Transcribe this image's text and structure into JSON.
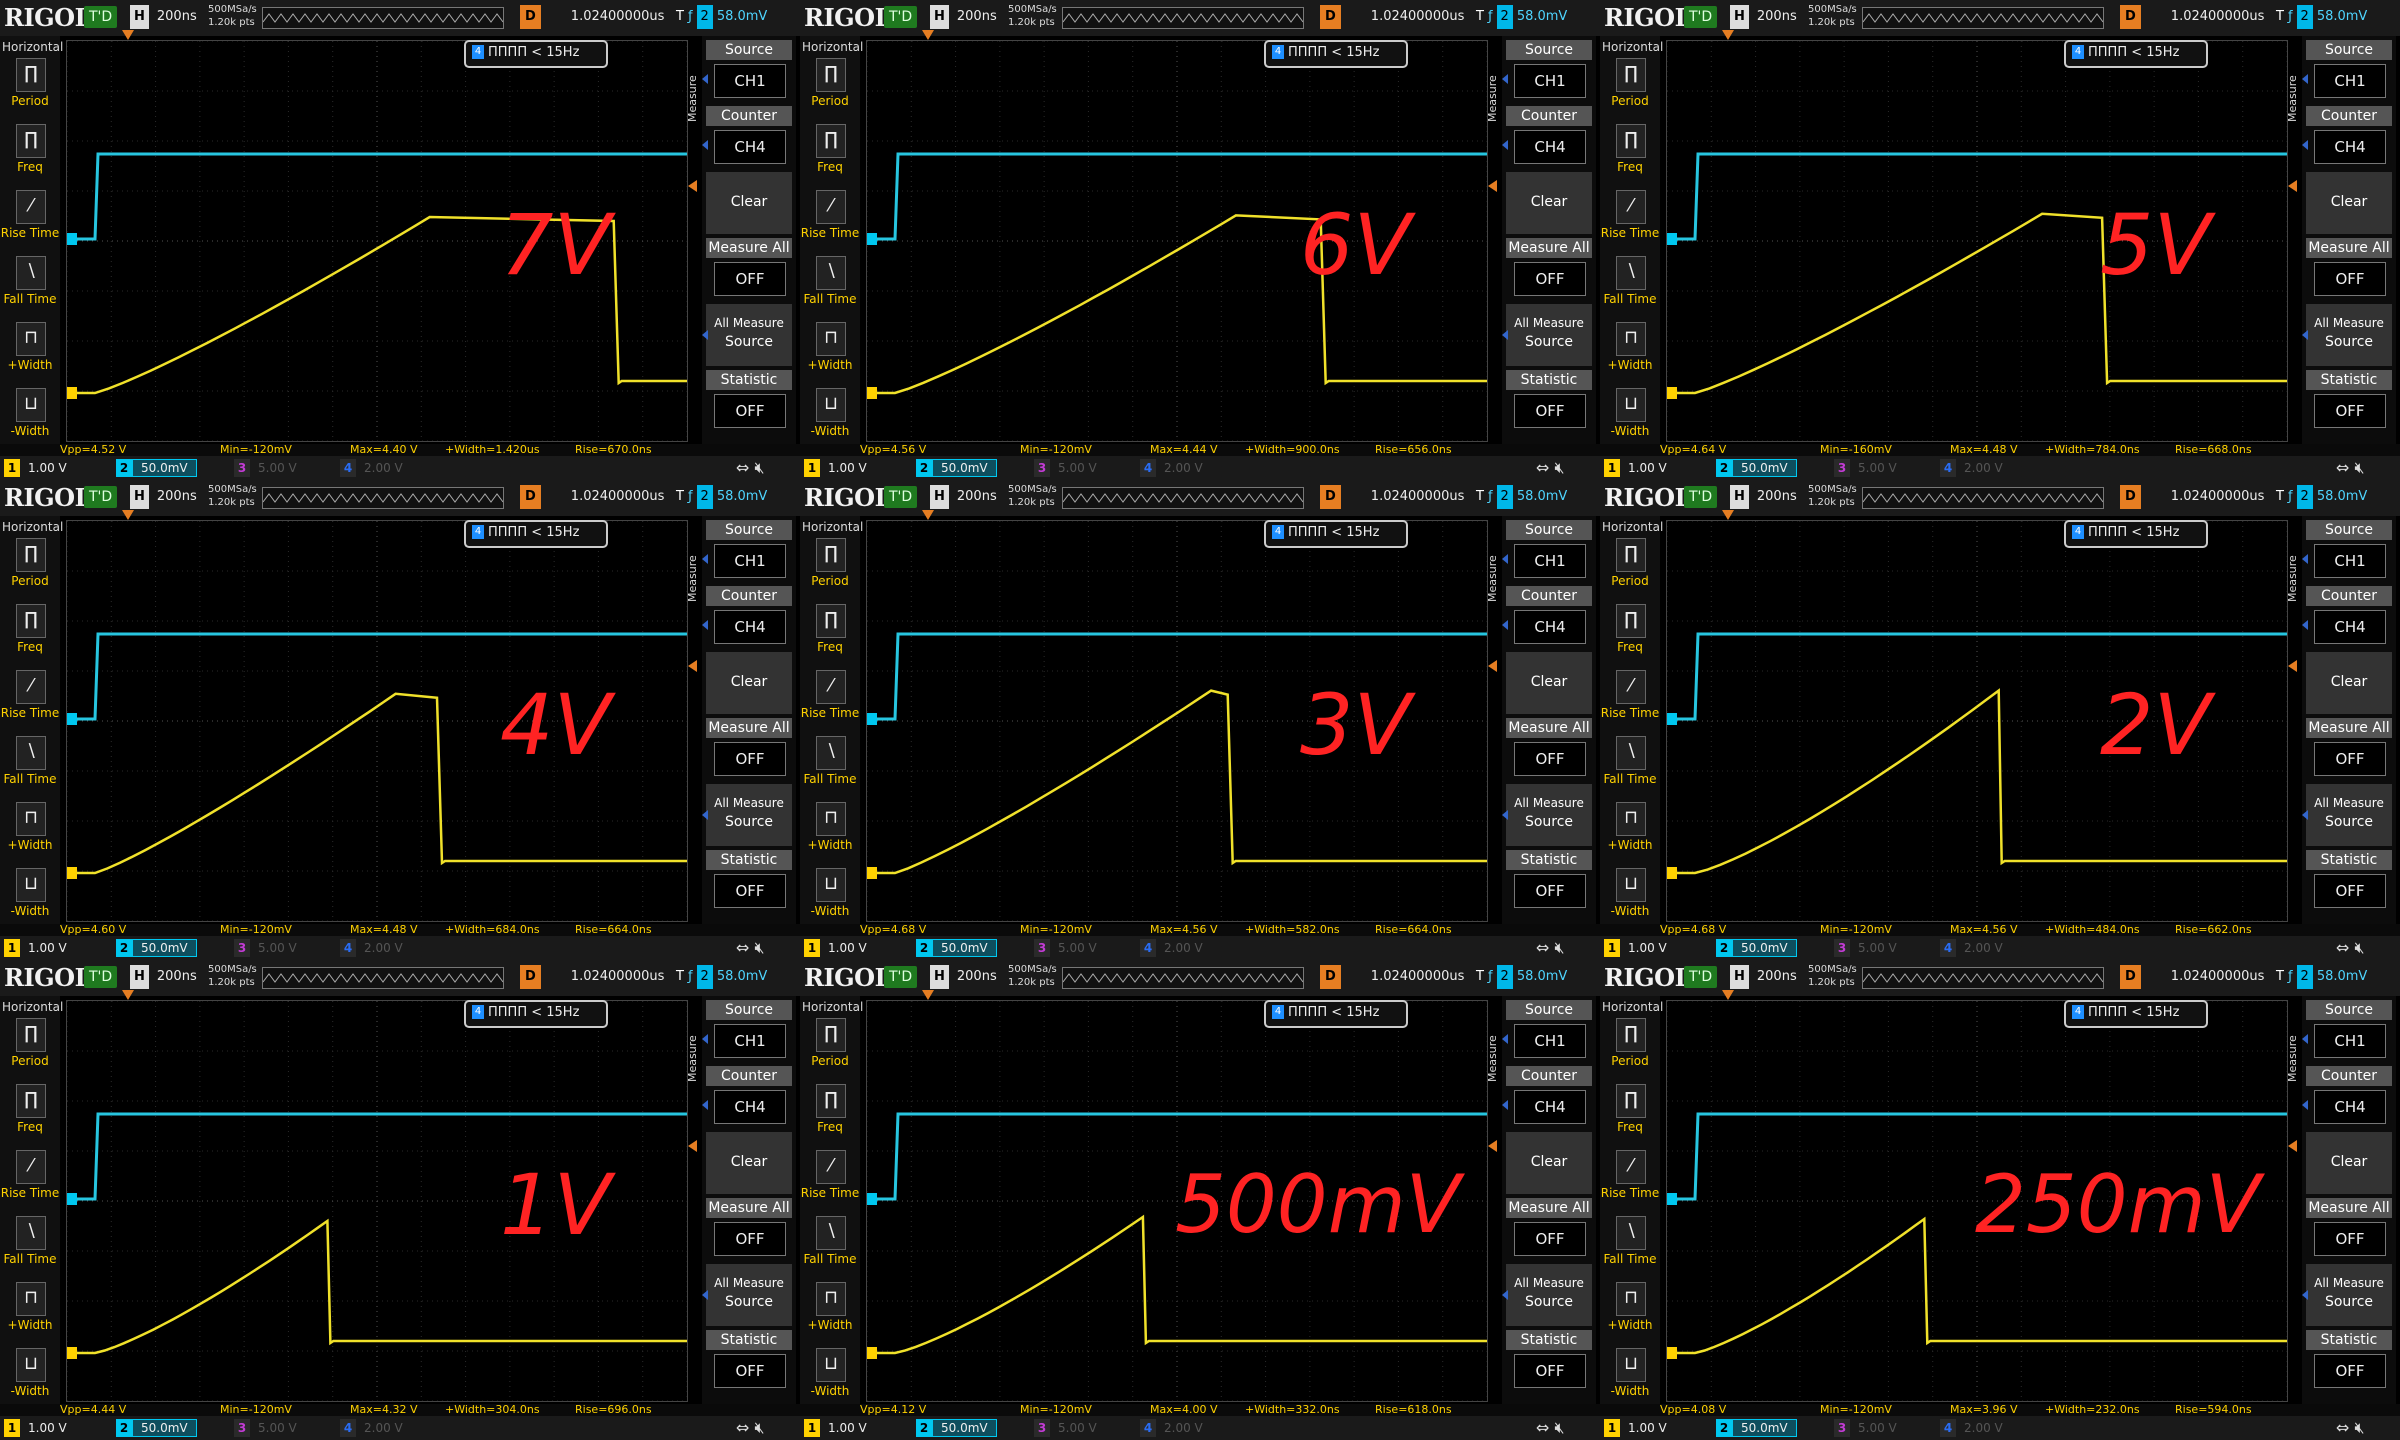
{
  "common": {
    "logo": "RIGOL",
    "run_state": "T'D",
    "horizontal": {
      "label": "H",
      "timebase": "200ns"
    },
    "sample": {
      "rate": "500MSa/s",
      "points": "1.20k pts"
    },
    "delay": {
      "label": "D",
      "value": "1.02400000us"
    },
    "trigger": {
      "type": "T",
      "edge": "ƒ",
      "source": "2",
      "level": "58.0mV"
    },
    "counter_box": "ΠΠΠΠ < 15Hz",
    "left_menu": {
      "title": "Horizontal",
      "items": [
        "Period",
        "Freq",
        "Rise Time",
        "Fall Time",
        "+Width",
        "-Width"
      ]
    },
    "measure_label": "Measure",
    "right_menu": {
      "source_head": "Source",
      "source_val": "CH1",
      "counter_head": "Counter",
      "counter_val": "CH4",
      "clear": "Clear",
      "measure_all_head": "Measure All",
      "measure_all_val": "OFF",
      "all_measure_source_line1": "All Measure",
      "all_measure_source_line2": "Source",
      "statistic_head": "Statistic",
      "statistic_val": "OFF"
    },
    "channels": [
      {
        "num": "1",
        "scale": "1.00 V",
        "color": "#ffd200",
        "active": true
      },
      {
        "num": "2",
        "scale": "50.0mV",
        "color": "#00c8f0",
        "active": true
      },
      {
        "num": "3",
        "scale": "5.00 V",
        "color": "#c23bd4",
        "active": false
      },
      {
        "num": "4",
        "scale": "2.00 V",
        "color": "#2a6df5",
        "active": false
      }
    ],
    "colors": {
      "ch1_trace": "#f0e12a",
      "ch2_trace": "#27c6e0",
      "label_red": "#ff2323"
    }
  },
  "panels": [
    {
      "label": "7V",
      "vpp": "Vpp=4.52 V",
      "min": "Min=-120mV",
      "max": "Max=4.40 V",
      "width": "+Width=1.420us",
      "rise": "Rise=670.0ns",
      "trace": {
        "top_level": 4.4,
        "plateau_frac": 0.3,
        "fall_time_frac": 0.885
      }
    },
    {
      "label": "6V",
      "vpp": "Vpp=4.56 V",
      "min": "Min=-120mV",
      "max": "Max=4.44 V",
      "width": "+Width=900.0ns",
      "rise": "Rise=656.0ns",
      "trace": {
        "top_level": 4.44,
        "plateau_frac": 0.14,
        "fall_time_frac": 0.735
      }
    },
    {
      "label": "5V",
      "vpp": "Vpp=4.64 V",
      "min": "Min=-160mV",
      "max": "Max=4.48 V",
      "width": "+Width=784.0ns",
      "rise": "Rise=668.0ns",
      "trace": {
        "top_level": 4.48,
        "plateau_frac": 0.1,
        "fall_time_frac": 0.705
      }
    },
    {
      "label": "4V",
      "vpp": "Vpp=4.60 V",
      "min": "Min=-120mV",
      "max": "Max=4.48 V",
      "width": "+Width=684.0ns",
      "rise": "Rise=664.0ns",
      "trace": {
        "top_level": 4.48,
        "plateau_frac": 0.07,
        "fall_time_frac": 0.6
      }
    },
    {
      "label": "3V",
      "vpp": "Vpp=4.68 V",
      "min": "Min=-120mV",
      "max": "Max=4.56 V",
      "width": "+Width=582.0ns",
      "rise": "Rise=664.0ns",
      "trace": {
        "top_level": 4.56,
        "plateau_frac": 0.03,
        "fall_time_frac": 0.585
      }
    },
    {
      "label": "2V",
      "vpp": "Vpp=4.68 V",
      "min": "Min=-120mV",
      "max": "Max=4.56 V",
      "width": "+Width=484.0ns",
      "rise": "Rise=662.0ns",
      "trace": {
        "top_level": 4.56,
        "plateau_frac": 0.0,
        "fall_time_frac": 0.535
      }
    },
    {
      "label": "1V",
      "vpp": "Vpp=4.44 V",
      "min": "Min=-120mV",
      "max": "Max=4.32 V",
      "width": "+Width=304.0ns",
      "rise": "Rise=696.0ns",
      "trace": {
        "top_level": 3.3,
        "plateau_frac": 0.0,
        "fall_time_frac": 0.42
      }
    },
    {
      "label": "500mV",
      "vpp": "Vpp=4.12 V",
      "min": "Min=-120mV",
      "max": "Max=4.00 V",
      "width": "+Width=332.0ns",
      "rise": "Rise=618.0ns",
      "trace": {
        "top_level": 3.4,
        "plateau_frac": 0.0,
        "fall_time_frac": 0.445
      }
    },
    {
      "label": "250mV",
      "vpp": "Vpp=4.08 V",
      "min": "Min=-120mV",
      "max": "Max=3.96 V",
      "width": "+Width=232.0ns",
      "rise": "Rise=594.0ns",
      "trace": {
        "top_level": 3.35,
        "plateau_frac": 0.0,
        "fall_time_frac": 0.415
      }
    }
  ]
}
